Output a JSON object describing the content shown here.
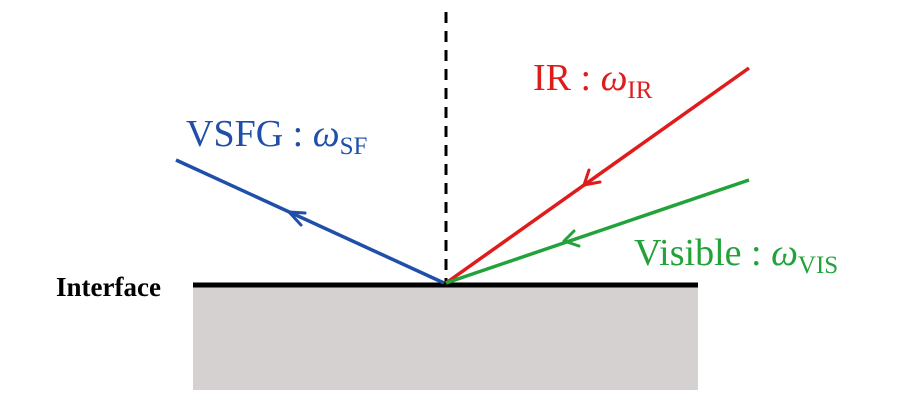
{
  "interface_label": "Interface",
  "beams": {
    "sfg": {
      "name": "VSFG",
      "separator": " : ",
      "symbol": "ω",
      "subscript": "SF",
      "color": "#1f4fa8"
    },
    "ir": {
      "name": "IR",
      "separator": " : ",
      "symbol": "ω",
      "subscript": "IR",
      "color": "#e01b1b"
    },
    "vis": {
      "name": "Visible",
      "separator": " : ",
      "symbol": "ω",
      "subscript": "VIS",
      "color": "#22a33a"
    }
  },
  "colors": {
    "substrate": "#d4d1d0",
    "surface": "#000000",
    "normal": "#000000",
    "label_text": "#000000"
  }
}
